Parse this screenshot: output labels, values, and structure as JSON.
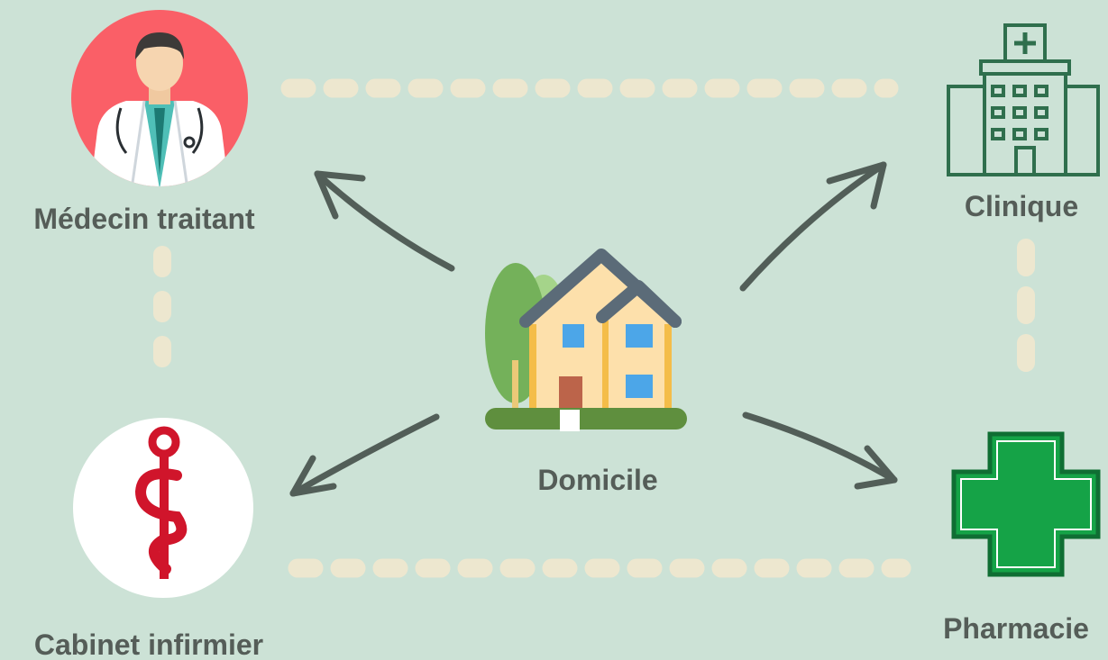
{
  "colors": {
    "background": "#cce2d6",
    "text": "#555d58",
    "arrow": "#525e58",
    "dashes": "#ede7cf",
    "doctor_circle": "#fa5f67",
    "nurse_circle": "#ffffff",
    "caduceus": "#d0152b",
    "clinic": "#2f6f4d",
    "pharmacy_cross": "#15a347",
    "pharmacy_border": "#0f6e33"
  },
  "icons": {
    "medecin": "doctor-icon",
    "clinique": "hospital-building-icon",
    "domicile": "house-icon",
    "cabinet": "caduceus-icon",
    "pharmacie": "pharmacy-cross-icon"
  },
  "nodes": {
    "medecin": {
      "label": "Médecin traitant"
    },
    "clinique": {
      "label": "Clinique"
    },
    "domicile": {
      "label": "Domicile"
    },
    "cabinet": {
      "label": "Cabinet infirmier"
    },
    "pharmacie": {
      "label": "Pharmacie"
    }
  }
}
